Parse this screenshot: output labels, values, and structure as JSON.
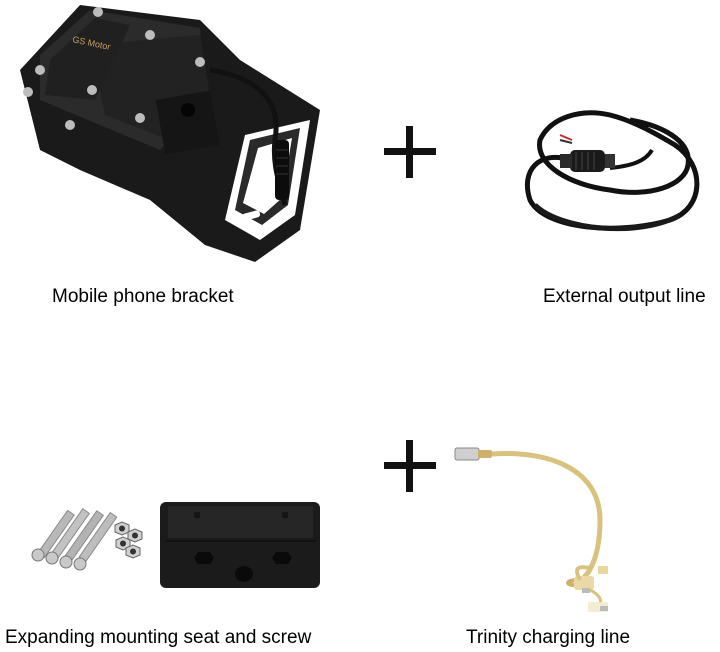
{
  "products": [
    {
      "caption": "Mobile phone bracket",
      "text_on_device": "GS Motor"
    },
    {
      "caption": "External output line"
    },
    {
      "caption": "Expanding mounting seat and screw"
    },
    {
      "caption": "Trinity charging line"
    }
  ],
  "separator_symbol": "+",
  "colors": {
    "device": "#1c1c1c",
    "cable": "#111111",
    "screw": "#b8b8b8",
    "gold_cable": "#d7c07a"
  }
}
